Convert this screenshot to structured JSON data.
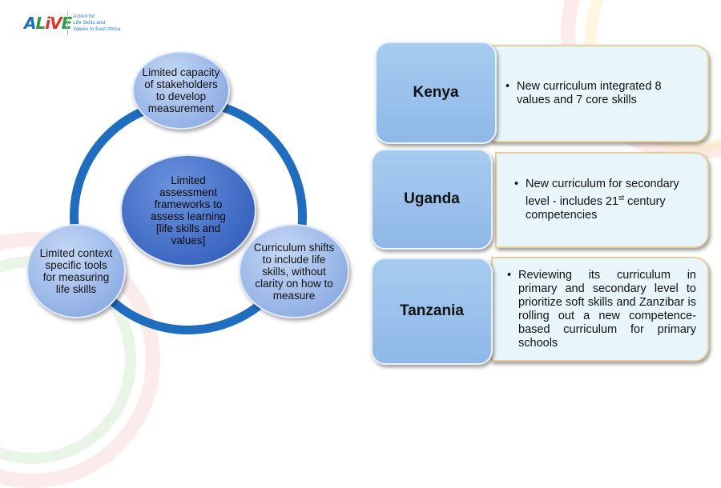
{
  "logo": {
    "mark": "ALiVE",
    "text": [
      "Action for",
      "Life Skills and",
      "Values in East Africa"
    ]
  },
  "diagram": {
    "top": "Limited capacity of stakeholders to develop measurement",
    "center": "Limited assessment frameworks to assess learning [life skills and values]",
    "left": "Limited context specific tools for measuring life skills",
    "right": "Curriculum shifts to include life skills, without clarity on how to measure"
  },
  "countries": [
    {
      "name": "Kenya",
      "text": "New curriculum integrated 8 values and 7 core skills"
    },
    {
      "name": "Uganda",
      "text": "New curriculum for secondary level - includes 21",
      "sup": "st",
      "text_after": " century competencies"
    },
    {
      "name": "Tanzania",
      "text": "Reviewing its curriculum in primary and secondary level to prioritize soft skills and Zanzibar is rolling out a new competence-based curriculum for primary schools"
    }
  ]
}
